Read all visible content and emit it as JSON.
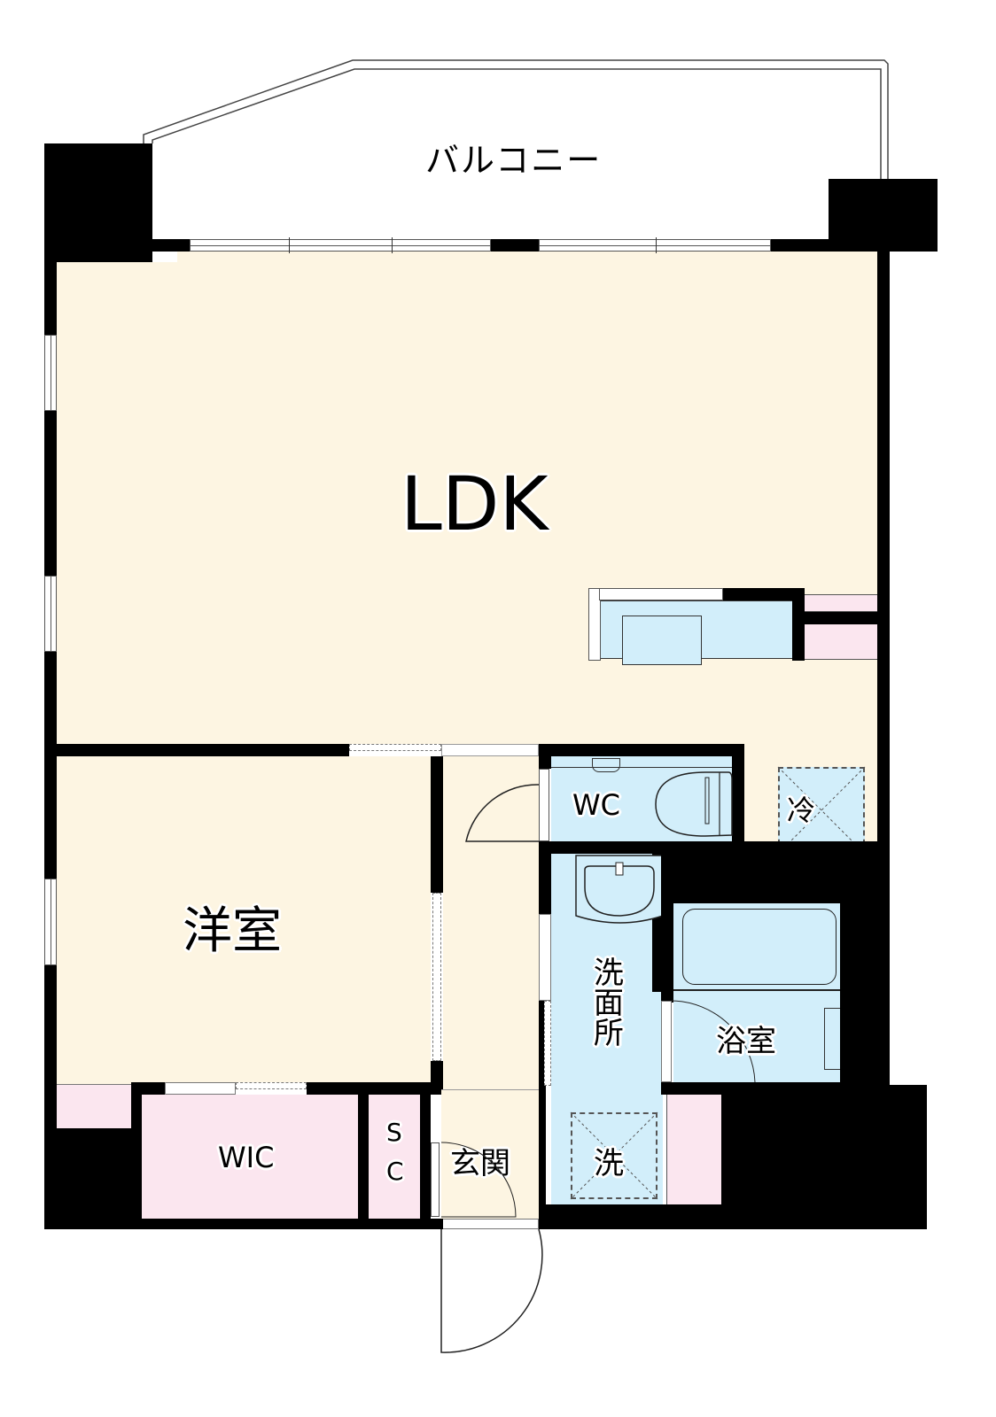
{
  "floorplan": {
    "rooms": {
      "balcony": {
        "label": "バルコニー"
      },
      "ldk": {
        "label": "LDK"
      },
      "western_room": {
        "label": "洋室"
      },
      "wc": {
        "label": "WC"
      },
      "washroom": {
        "label": "洗面所"
      },
      "bathroom": {
        "label": "浴室"
      },
      "entrance": {
        "label": "玄関"
      },
      "wic": {
        "label": "WIC"
      },
      "shoe_closet": {
        "label_line1": "S",
        "label_line2": "C"
      }
    },
    "fixtures": {
      "refrigerator": {
        "label": "冷"
      },
      "washing_machine": {
        "label": "洗"
      }
    },
    "colors": {
      "wall": "#000000",
      "living_floor": "#fdf5e2",
      "wet_area": "#d2eefa",
      "storage": "#fbe6ef",
      "exterior": "#ffffff"
    }
  }
}
